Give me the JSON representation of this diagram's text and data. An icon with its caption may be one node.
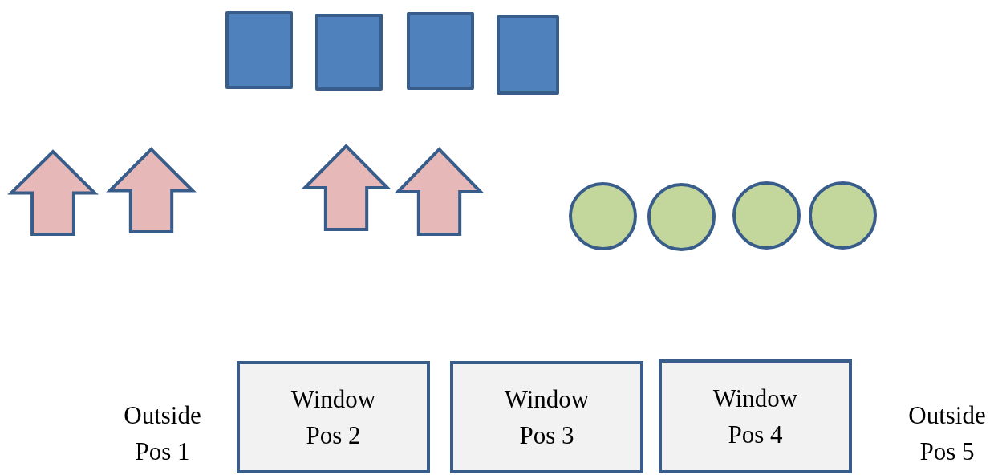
{
  "diagram": {
    "nodes": [
      {
        "text": [],
        "shape": "box"
      },
      {
        "text": [],
        "shape": "box"
      },
      {
        "text": [],
        "shape": "box"
      },
      {
        "text": [],
        "shape": "box"
      },
      {
        "text": [],
        "shape": "arrow"
      },
      {
        "text": [],
        "shape": "arrow"
      },
      {
        "text": [],
        "shape": "arrow"
      },
      {
        "text": [],
        "shape": "arrow"
      },
      {
        "text": [],
        "shape": "circle"
      },
      {
        "text": [],
        "shape": "circle"
      },
      {
        "text": [],
        "shape": "circle"
      },
      {
        "text": [],
        "shape": "circle"
      },
      {
        "text": [
          "Window Pos 2"
        ]
      },
      {
        "text": [
          "Window Pos 3"
        ]
      },
      {
        "text": [
          "Window Pos 4"
        ]
      }
    ],
    "edges": [],
    "labels": [
      "Outside Pos 1",
      "Outside Pos 5"
    ]
  }
}
